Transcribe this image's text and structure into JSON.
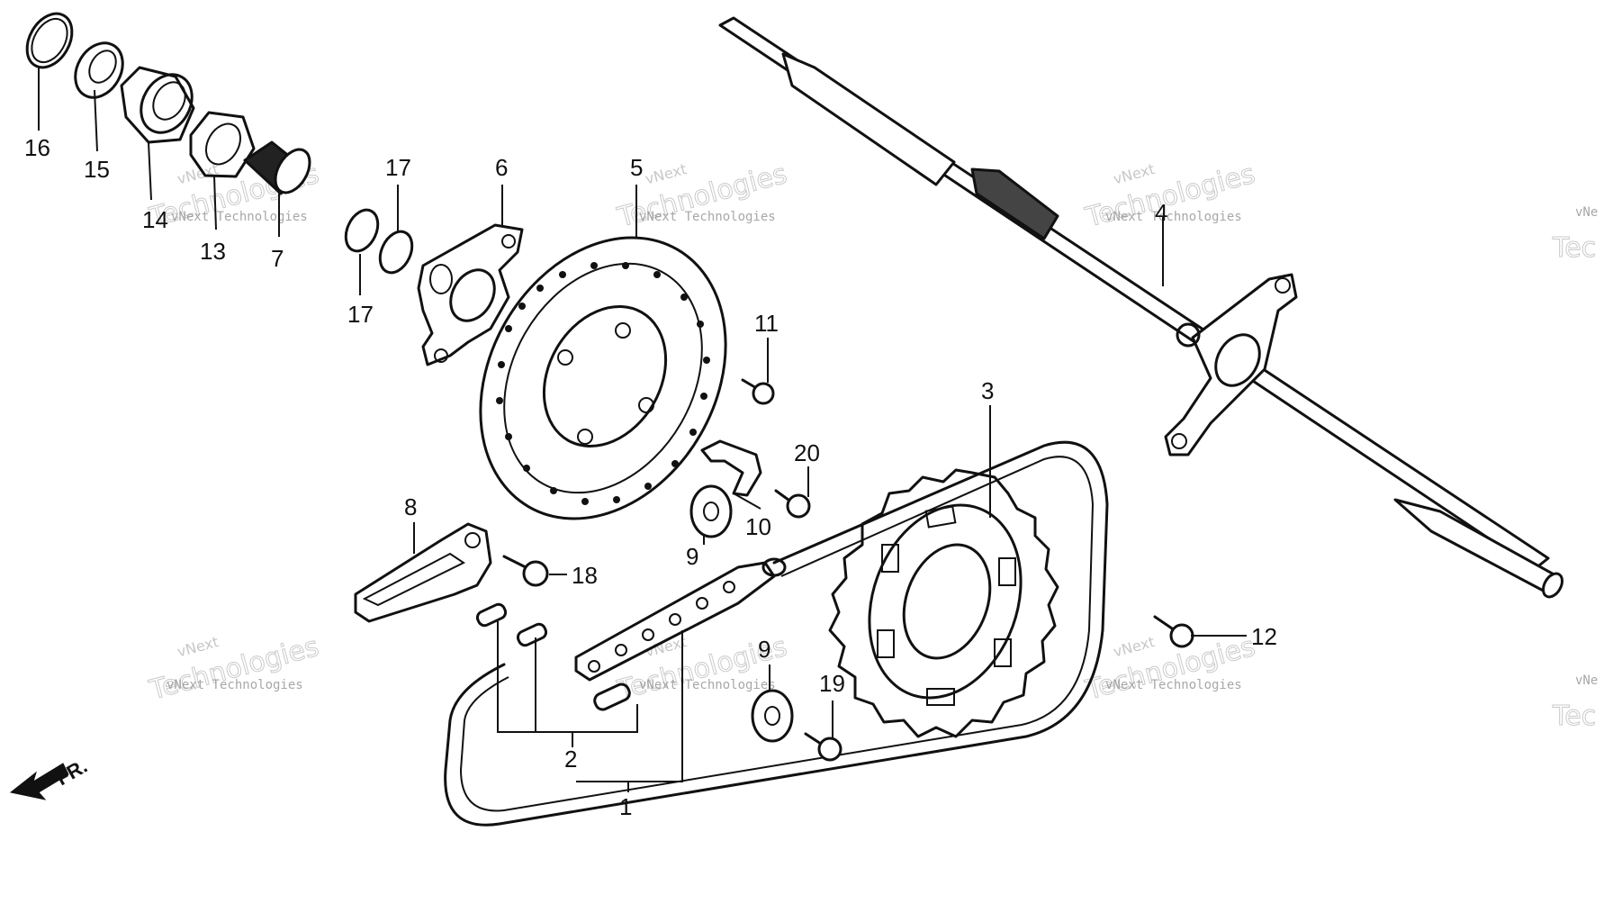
{
  "diagram": {
    "callouts": [
      {
        "id": "c16",
        "label": "16"
      },
      {
        "id": "c15",
        "label": "15"
      },
      {
        "id": "c14",
        "label": "14"
      },
      {
        "id": "c13",
        "label": "13"
      },
      {
        "id": "c7",
        "label": "7"
      },
      {
        "id": "c17a",
        "label": "17"
      },
      {
        "id": "c17b",
        "label": "17"
      },
      {
        "id": "c6",
        "label": "6"
      },
      {
        "id": "c5",
        "label": "5"
      },
      {
        "id": "c4",
        "label": "4"
      },
      {
        "id": "c11",
        "label": "11"
      },
      {
        "id": "c3",
        "label": "3"
      },
      {
        "id": "c20",
        "label": "20"
      },
      {
        "id": "c10",
        "label": "10"
      },
      {
        "id": "c9a",
        "label": "9"
      },
      {
        "id": "c8",
        "label": "8"
      },
      {
        "id": "c18",
        "label": "18"
      },
      {
        "id": "c12",
        "label": "12"
      },
      {
        "id": "c9b",
        "label": "9"
      },
      {
        "id": "c19",
        "label": "19"
      },
      {
        "id": "c2",
        "label": "2"
      },
      {
        "id": "c1",
        "label": "1"
      }
    ],
    "front_indicator": "FR.",
    "watermark": {
      "line1": "vNext Technologies",
      "line2": "Technologies",
      "line3": "vNext",
      "small": "vNext Technologies",
      "edge_top": "vNe",
      "edge_bottom": "Tec"
    }
  }
}
